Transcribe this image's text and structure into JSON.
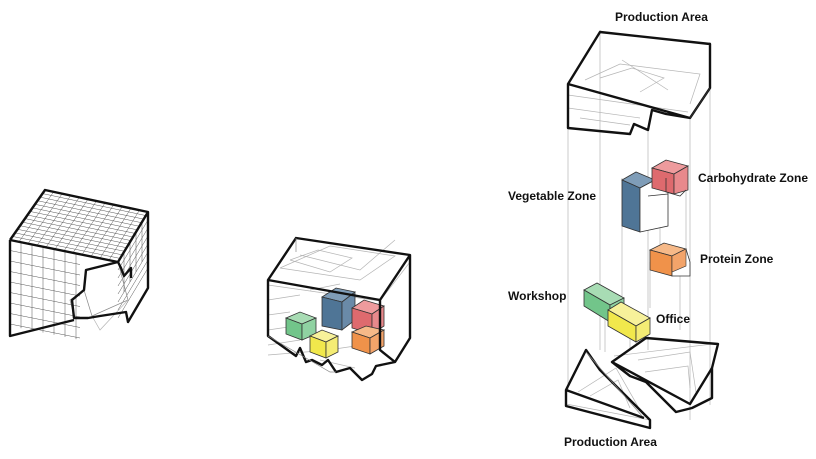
{
  "labels": {
    "production_area_top": "Production Area",
    "production_area_bottom": "Production Area",
    "carbohydrate_zone": "Carbohydrate Zone",
    "vegetable_zone": "Vegetable Zone",
    "protein_zone": "Protein Zone",
    "workshop": "Workshop",
    "office": "Office"
  },
  "colors": {
    "vegetable": "#4f7596",
    "carbohydrate": "#de6a6e",
    "protein": "#f0924a",
    "workshop": "#72c58a",
    "office": "#f1e84c",
    "outline": "#111111"
  }
}
